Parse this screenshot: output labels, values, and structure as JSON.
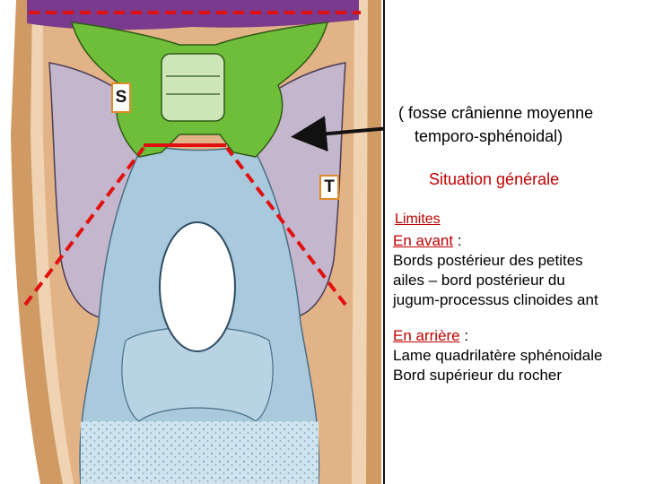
{
  "labels": {
    "s": "S",
    "t": "T"
  },
  "caption": {
    "line1": "( fosse crânienne moyenne",
    "line2": "temporo-sphénoidal)"
  },
  "heading": "Situation générale",
  "limites": "Limites",
  "avant": {
    "label": "En avant",
    "suffix": " :",
    "lines": [
      "Bords postérieur des petites",
      "ailes – bord postérieur du",
      "jugum-processus clinoides ant"
    ]
  },
  "arriere": {
    "label": "En arrière",
    "suffix": " :",
    "lines": [
      "Lame quadrilatère sphénoidale",
      "Bord supérieur du rocher"
    ]
  },
  "colors": {
    "sphenoid_green": "#6fbe3a",
    "temporal_purple": "#c4b6cc",
    "occipital_blue": "#a9c9dc",
    "cranium_tan": "#d2a26f",
    "frontal_purple": "#7a3b8f",
    "marker_red": "#e01010",
    "text_red": "#c00000",
    "tag_border": "#e08a2a"
  },
  "icons": [
    "arrow-left-icon"
  ]
}
